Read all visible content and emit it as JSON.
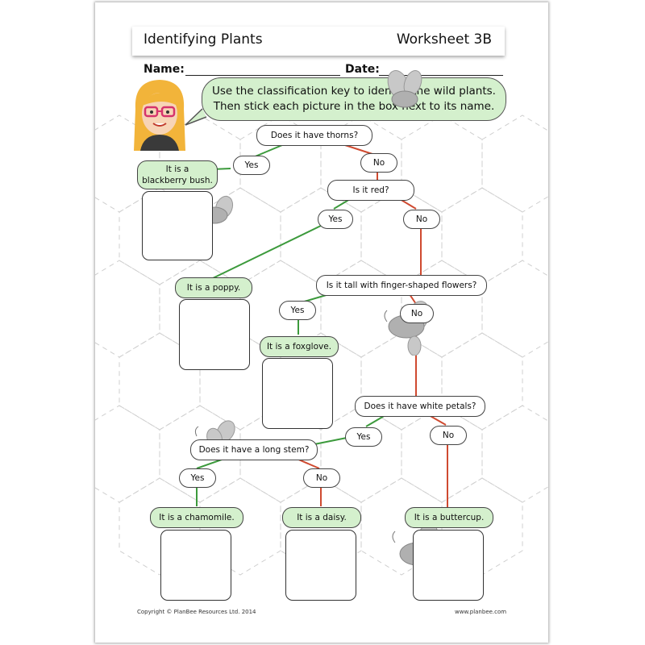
{
  "header": {
    "title": "Identifying Plants",
    "worksheet": "Worksheet 3B"
  },
  "fields": {
    "name_label": "Name:",
    "date_label": "Date:"
  },
  "instructions": {
    "line1": "Use the classification key to identify the wild plants.",
    "line2": "Then stick each picture in the box next to its name."
  },
  "questions": {
    "thorns": "Does it have thorns?",
    "red": "Is it red?",
    "tall": "Is it tall with finger-shaped flowers?",
    "white": "Does it have white petals?",
    "stem": "Does it have a long stem?"
  },
  "answers": {
    "yes": "Yes",
    "no": "No"
  },
  "results": {
    "blackberry_l1": "It is a",
    "blackberry_l2": "blackberry bush.",
    "poppy": "It is a poppy.",
    "foxglove": "It is a foxglove.",
    "chamomile": "It is a chamomile.",
    "daisy": "It is a daisy.",
    "buttercup": "It is a buttercup."
  },
  "footer": {
    "copyright": "Copyright © PlanBee Resources Ltd. 2014",
    "website": "www.planbee.com"
  },
  "colors": {
    "yes_line": "#3c9a3c",
    "no_line": "#cf4a30",
    "bubble_fill": "#d4f0cd"
  }
}
